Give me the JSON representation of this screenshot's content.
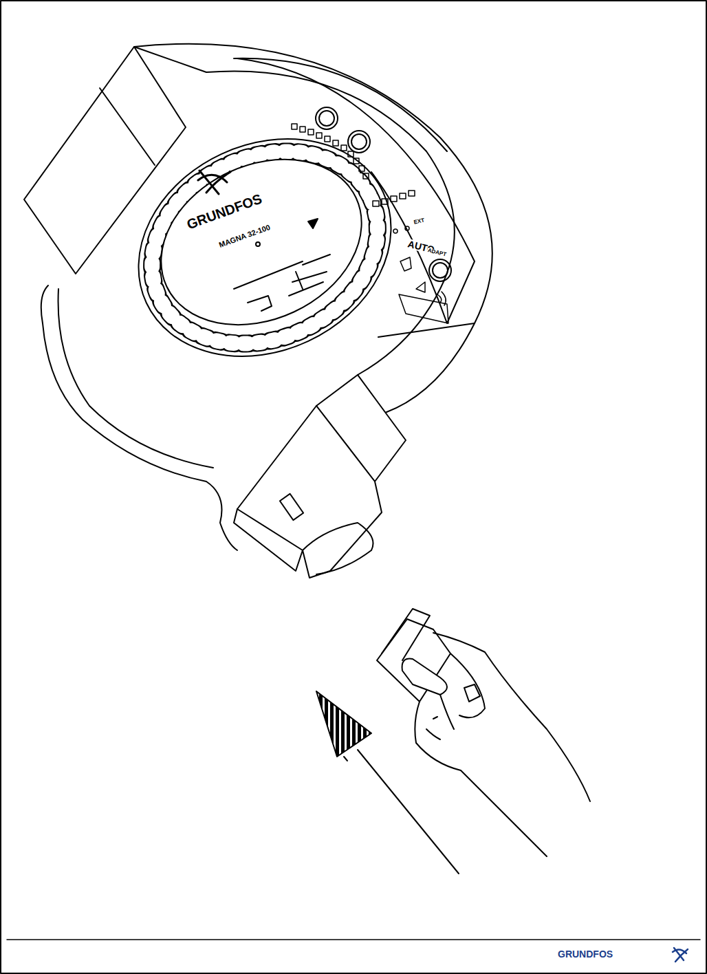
{
  "diagram": {
    "labels": [
      "GRUNDFOS",
      "MAGNA 32-100",
      "EXT",
      "AUTO",
      "ADAPT",
      "GRUNDFOS"
    ]
  }
}
